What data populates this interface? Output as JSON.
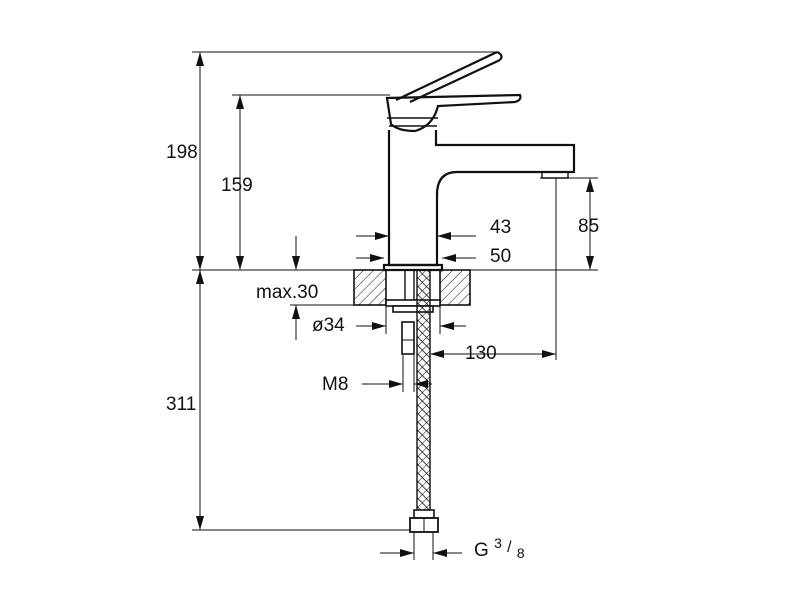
{
  "dimensions": {
    "total_height": "198",
    "lever_height": "159",
    "spout_height": "85",
    "body_width": "43",
    "base_width": "50",
    "max_thickness": "max.30",
    "hole_diameter": "ø34",
    "projection": "130",
    "thread": "M8",
    "hose_connection_main": "G",
    "hose_connection_num": "3",
    "hose_connection_den": "8",
    "below_height": "311"
  },
  "colors": {
    "line": "#111111",
    "background": "#ffffff"
  }
}
